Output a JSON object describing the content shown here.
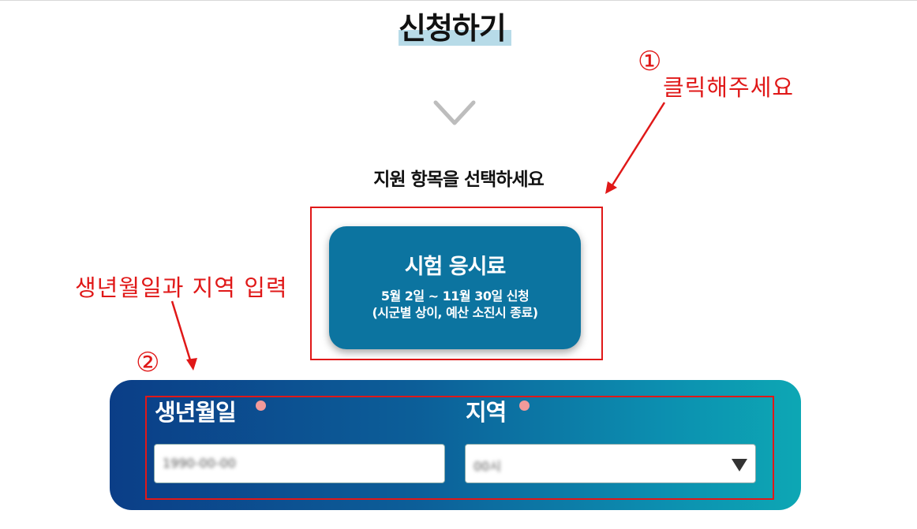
{
  "page": {
    "title": "신청하기",
    "subtitle": "지원 항목을 선택하세요"
  },
  "fee_card": {
    "title": "시험 응시료",
    "period": "5월 2일 ~ 11월 30일 신청",
    "note": "(시군별 상이, 예산 소진시 종료)"
  },
  "form": {
    "birth_label": "생년월일",
    "birth_value": "1990-00-00",
    "region_label": "지역",
    "region_value": "00시"
  },
  "annotations": {
    "step1_mark": "①",
    "step1_text": "클릭해주세요",
    "step2_mark": "②",
    "step2_text": "생년월일과 지역 입력",
    "color": "#e01818"
  },
  "colors": {
    "card": "#0c74a0",
    "panel_start": "#0b3e87",
    "panel_end": "#0da7b4",
    "required_dot": "#f29a9a",
    "title_highlight": "#b7dbe8"
  }
}
